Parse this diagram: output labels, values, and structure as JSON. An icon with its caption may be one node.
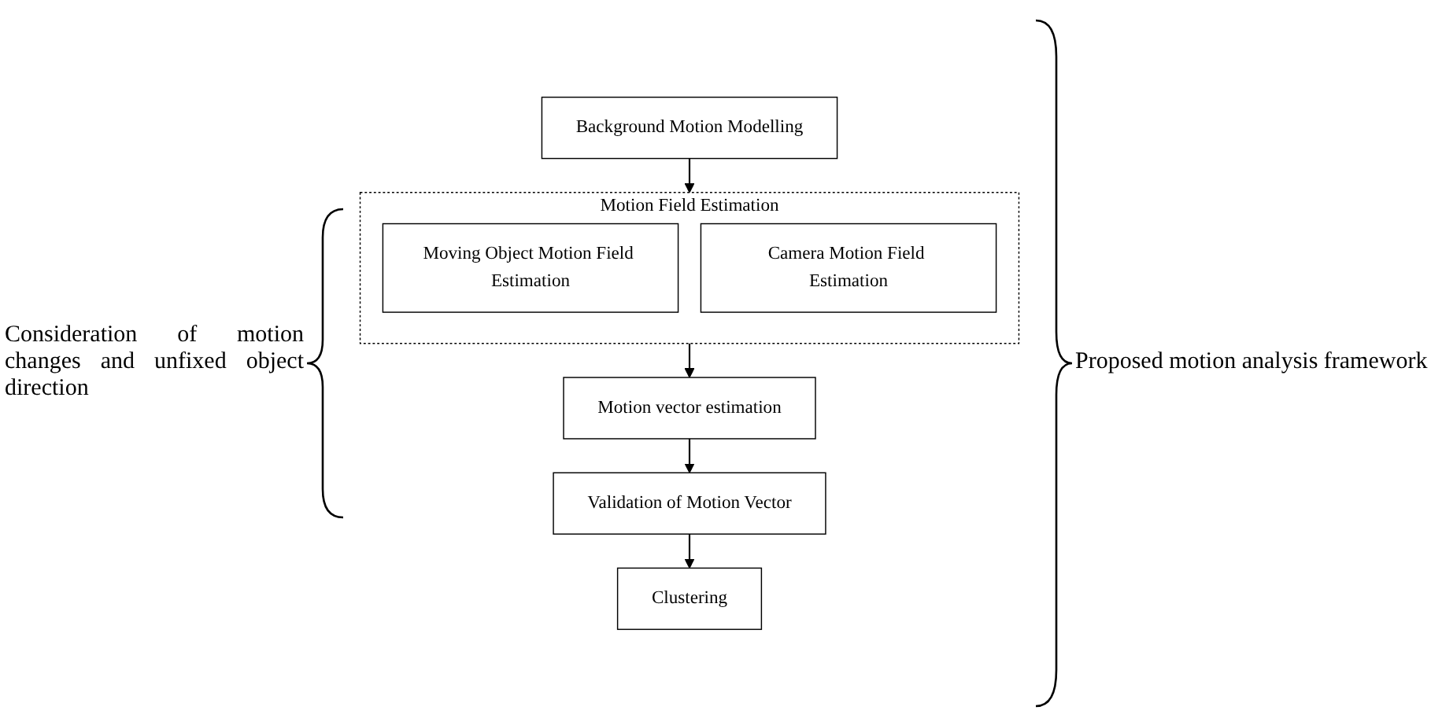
{
  "diagram": {
    "nodes": [
      {
        "text": [
          "Background Motion Modelling"
        ]
      },
      {
        "text": [
          "Motion Field Estimation"
        ]
      },
      {
        "text": [
          "Moving Object Motion Field Estimation"
        ],
        "in": 1
      },
      {
        "text": [
          "Camera Motion Field Estimation"
        ],
        "in": 1
      },
      {
        "text": [
          "Motion vector estimation"
        ]
      },
      {
        "text": [
          "Validation of Motion Vector"
        ]
      },
      {
        "text": [
          "Clustering"
        ]
      }
    ],
    "edges": [
      {
        "from": 0,
        "to": 1,
        "arrow": "to"
      },
      {
        "from": 1,
        "to": 4,
        "arrow": "to"
      },
      {
        "from": 4,
        "to": 5,
        "arrow": "to"
      },
      {
        "from": 5,
        "to": 6,
        "arrow": "to"
      }
    ],
    "labels": [
      "Consideration of motion changes and unfixed object direction",
      "Proposed motion analysis framework"
    ]
  }
}
